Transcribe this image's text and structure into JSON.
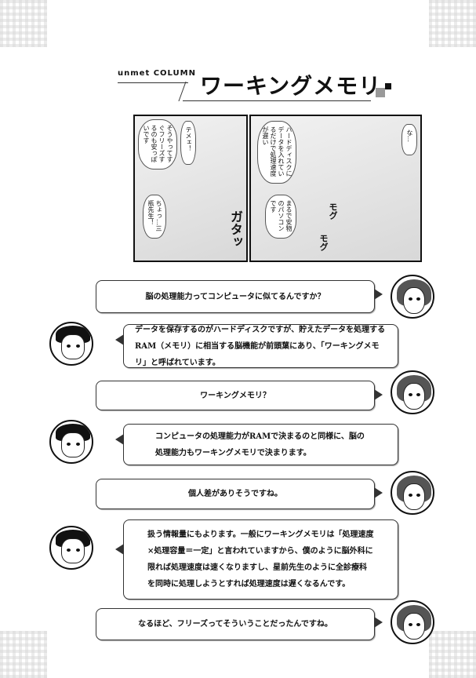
{
  "header": {
    "brand": "unmet COLUMN",
    "title": "ワーキングメモリ"
  },
  "manga": {
    "left_panel": {
      "bubbles": [
        "そうやってすぐフリーズするのも安っぽいです",
        "テメェ！",
        "ちょっ…三瓶先生！"
      ],
      "sfx": "ガタッ"
    },
    "right_panel": {
      "bubbles": [
        "ハードディスクにデータを入れているだけで処理速度が遅い",
        "まるで安物のパソコンです",
        "な…"
      ],
      "sfx": [
        "モグ",
        "モグ"
      ]
    }
  },
  "dialogue": [
    {
      "speaker": "female",
      "text": "脳の処理能力ってコンピュータに似てるんですか？"
    },
    {
      "speaker": "male",
      "text": "データを保存するのがハードディスクですが、貯えたデータを処理するRAM（メモリ）に相当する脳機能が前頭葉にあり、「ワーキングメモリ」と呼ばれています。"
    },
    {
      "speaker": "female",
      "text": "ワーキングメモリ？"
    },
    {
      "speaker": "male",
      "text": "コンピュータの処理能力がRAMで決まるのと同様に、脳の処理能力もワーキングメモリで決まります。"
    },
    {
      "speaker": "female",
      "text": "個人差がありそうですね。"
    },
    {
      "speaker": "male",
      "text": "扱う情報量にもよります。一般にワーキングメモリは「処理速度×処理容量＝一定」と言われていますから、僕のように脳外科に限れば処理速度は速くなりますし、星前先生のように全診療科を同時に処理しようとすれば処理速度は遅くなるんです。"
    },
    {
      "speaker": "female",
      "text": "なるほど、フリーズってそういうことだったんですね。"
    }
  ]
}
